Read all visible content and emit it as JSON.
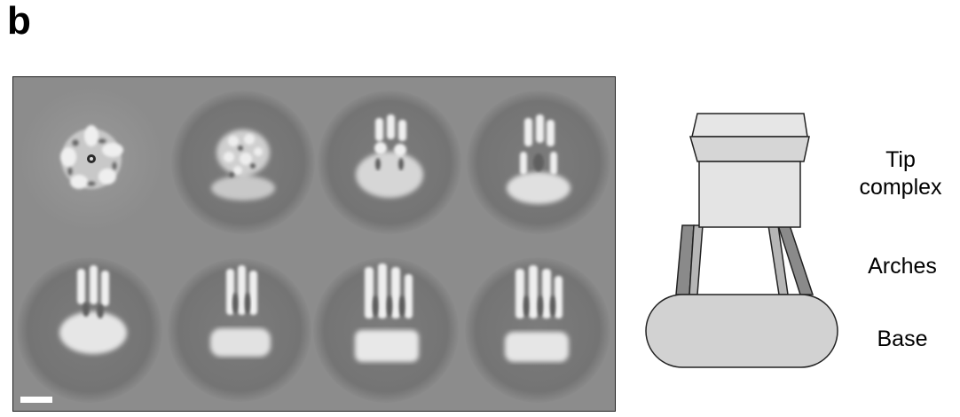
{
  "panel_label": "b",
  "figure": {
    "class_averages_count": 8,
    "scale_bar": "scale bar",
    "schematic_labels": {
      "tip": "Tip complex",
      "tip_line1": "Tip",
      "tip_line2": "complex",
      "arches": "Arches",
      "base": "Base"
    }
  },
  "colors": {
    "panel_background": "#8c8c8c",
    "disc": "#7a7a7a",
    "density_light": "#e6e6e6",
    "schematic_fill_light": "#e4e4e4",
    "schematic_fill_base": "#d2d2d2",
    "schematic_arch": "#8a8a8a"
  }
}
